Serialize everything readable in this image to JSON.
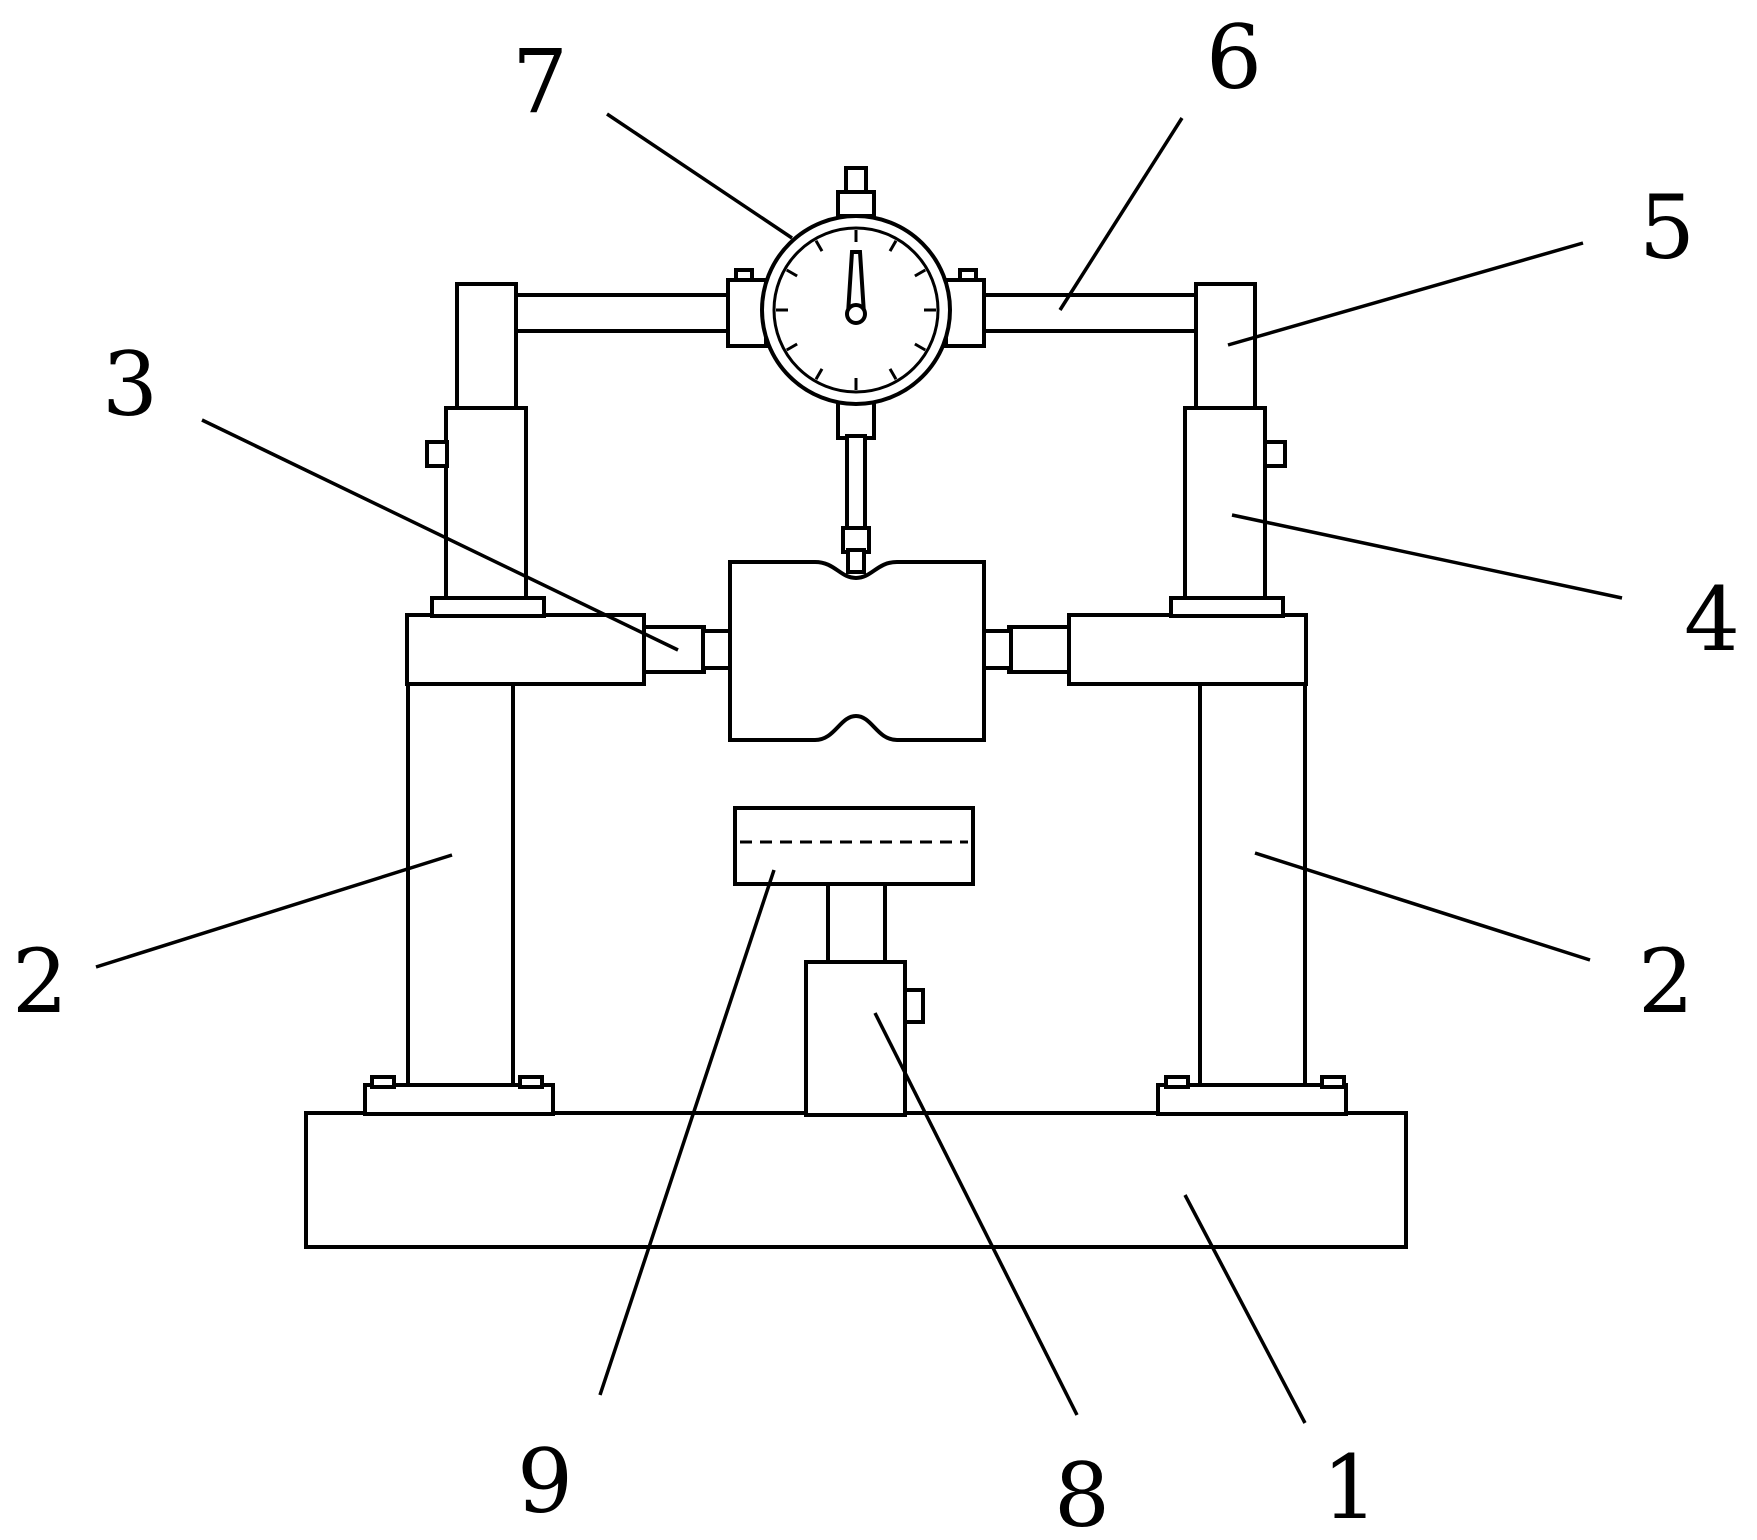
{
  "colors": {
    "stroke": "#000000",
    "background": "#ffffff"
  },
  "labels": {
    "base": "1",
    "column_left": "2",
    "column_right": "2",
    "clamp_shaft": "3",
    "sleeve": "4",
    "upright": "5",
    "crossbar": "6",
    "dial_gauge": "7",
    "lift": "8",
    "pad": "9"
  }
}
